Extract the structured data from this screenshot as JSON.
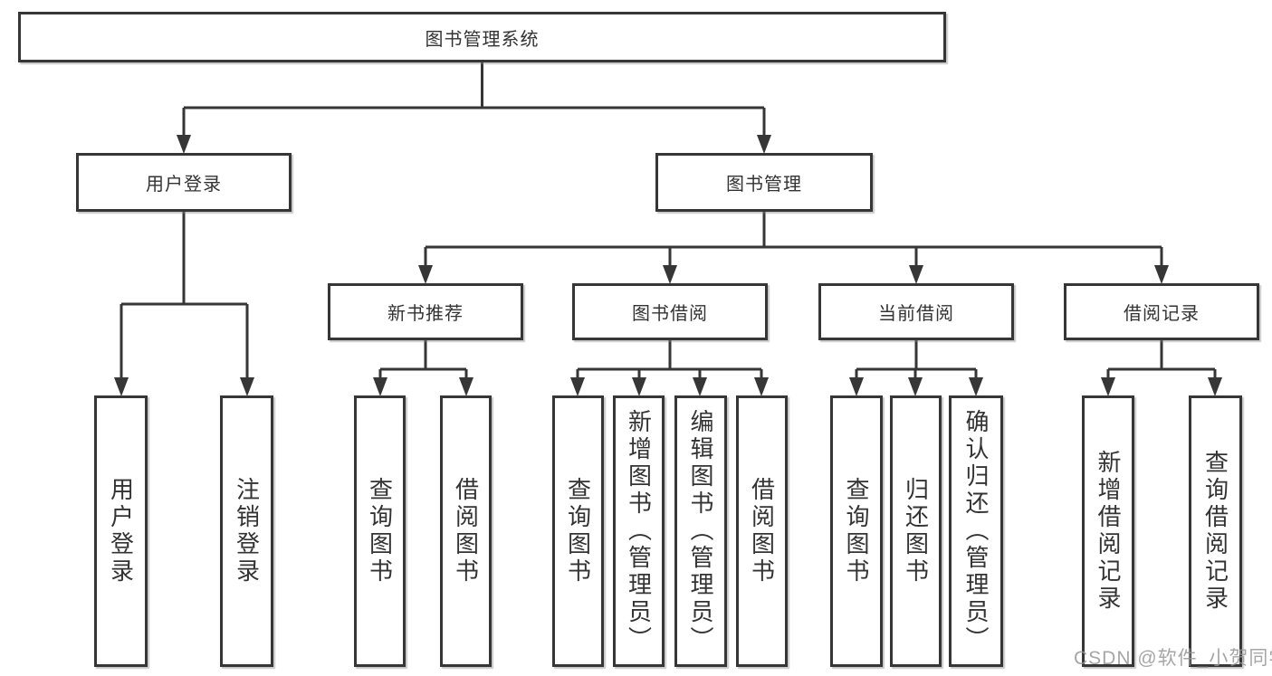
{
  "diagram": {
    "type": "hierarchy-tree",
    "colors": {
      "line": "#363636",
      "box_border": "#363636",
      "box_fill": "#ffffff",
      "text": "#333333",
      "watermark": "#969696",
      "background": "#ffffff"
    },
    "tree": {
      "label": "图书管理系统",
      "children": [
        {
          "label": "用户登录",
          "children": [
            {
              "label": "用户登录"
            },
            {
              "label": "注销登录"
            }
          ]
        },
        {
          "label": "图书管理",
          "children": [
            {
              "label": "新书推荐",
              "children": [
                {
                  "label": "查询图书"
                },
                {
                  "label": "借阅图书"
                }
              ]
            },
            {
              "label": "图书借阅",
              "children": [
                {
                  "label": "查询图书"
                },
                {
                  "label": "新增图书（管理员）"
                },
                {
                  "label": "编辑图书（管理员）"
                },
                {
                  "label": "借阅图书"
                }
              ]
            },
            {
              "label": "当前借阅",
              "children": [
                {
                  "label": "查询图书"
                },
                {
                  "label": "归还图书"
                },
                {
                  "label": "确认归还（管理员）"
                }
              ]
            },
            {
              "label": "借阅记录",
              "children": [
                {
                  "label": "新增借阅记录"
                },
                {
                  "label": "查询借阅记录"
                }
              ]
            }
          ]
        }
      ]
    },
    "watermark": {
      "text": "CSDN @软件_小贺同学"
    }
  }
}
